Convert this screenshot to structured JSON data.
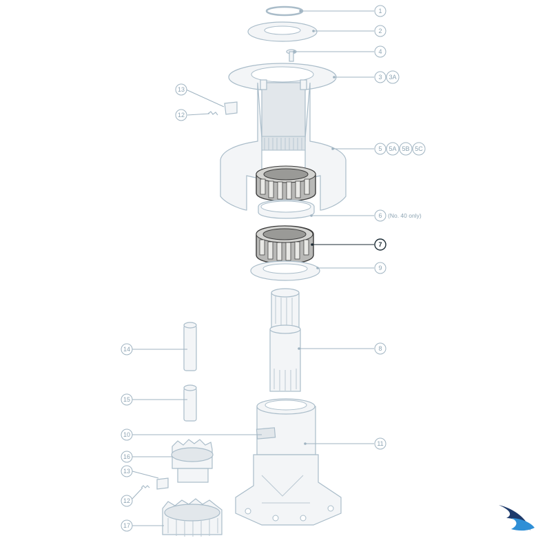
{
  "diagram": {
    "callouts": [
      {
        "id": "c1",
        "labels": [
          "1"
        ]
      },
      {
        "id": "c2",
        "labels": [
          "2"
        ]
      },
      {
        "id": "c4",
        "labels": [
          "4"
        ]
      },
      {
        "id": "c3",
        "labels": [
          "3",
          "3A"
        ]
      },
      {
        "id": "c13a",
        "labels": [
          "13"
        ]
      },
      {
        "id": "c12a",
        "labels": [
          "12"
        ]
      },
      {
        "id": "c5",
        "labels": [
          "5",
          "5A",
          "5B",
          "5C"
        ]
      },
      {
        "id": "c6",
        "labels": [
          "6"
        ],
        "note": "(No. 40 only)"
      },
      {
        "id": "c7",
        "labels": [
          "7"
        ],
        "highlighted": true
      },
      {
        "id": "c9",
        "labels": [
          "9"
        ]
      },
      {
        "id": "c14",
        "labels": [
          "14"
        ]
      },
      {
        "id": "c8",
        "labels": [
          "8"
        ]
      },
      {
        "id": "c15",
        "labels": [
          "15"
        ]
      },
      {
        "id": "c10",
        "labels": [
          "10"
        ]
      },
      {
        "id": "c11",
        "labels": [
          "11"
        ]
      },
      {
        "id": "c16",
        "labels": [
          "16"
        ]
      },
      {
        "id": "c13b",
        "labels": [
          "13"
        ]
      },
      {
        "id": "c12b",
        "labels": [
          "12"
        ]
      },
      {
        "id": "c17",
        "labels": [
          "17"
        ]
      }
    ],
    "colors": {
      "line": "#9fb3c1",
      "part_fill": "#f3f5f7",
      "bearing_fill": "#b9b9b7",
      "highlight": "#1a2a33",
      "logo_dark": "#1d3a6b",
      "logo_light": "#2f8fd6"
    },
    "logo": {
      "icon": "bird-wing-logo-icon"
    }
  }
}
